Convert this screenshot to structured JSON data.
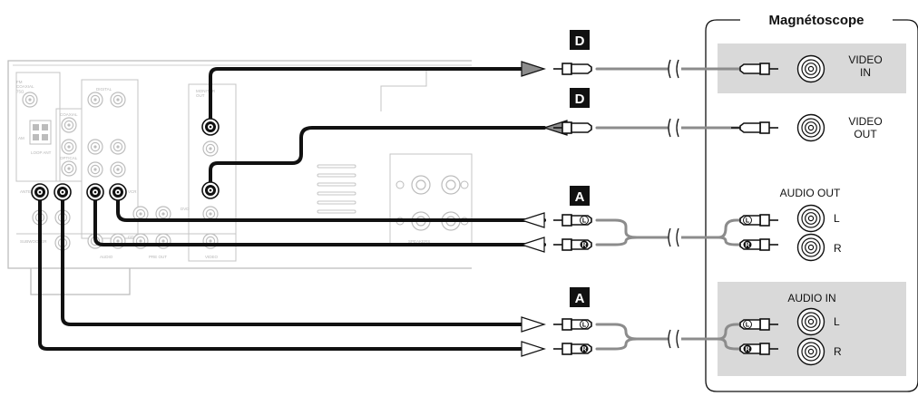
{
  "vcr_panel": {
    "title": "Magnétoscope",
    "video_in_label": "VIDEO\nIN",
    "video_out_label": "VIDEO\nOUT",
    "audio_out_label": "AUDIO OUT",
    "audio_in_label": "AUDIO IN",
    "audio_out_left": "L",
    "audio_out_right": "R",
    "audio_in_left": "L",
    "audio_in_right": "R"
  },
  "cable_badges": {
    "video_in": "D",
    "video_out": "D",
    "audio_out": "A",
    "audio_in": "A"
  },
  "plug_marks": {
    "left": "L",
    "right": "R"
  },
  "receiver_labels": {
    "fm": "FM\nCOAXIAL\n75Ω",
    "am": "AM",
    "loop_ant": "LOOP ANT",
    "digital": "DIGITAL",
    "coaxial": "COAXIAL",
    "optical": "OPTICAL",
    "antenna": "ANTENNA",
    "monitor_out": "MONITOR\nOUT",
    "vcr": "VCR",
    "dvd": "DVD",
    "cd": "CD",
    "audio": "AUDIO",
    "video": "VIDEO",
    "pre_out": "PRE OUT",
    "subwoofer": "SUBWOOFER",
    "speakers": "SPEAKERS"
  },
  "colors": {
    "panel_fill": "#d9d9d9",
    "cable_grey": "#8c8c8c",
    "cable_black": "#111111",
    "receiver_line": "#bcbcbc"
  }
}
